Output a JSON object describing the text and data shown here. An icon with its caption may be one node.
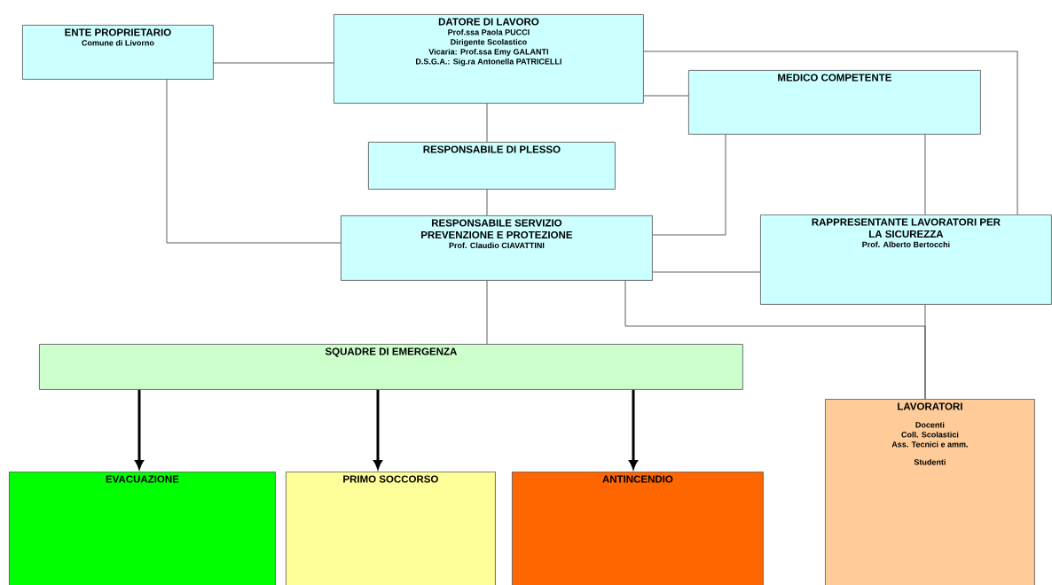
{
  "diagram": {
    "nodes": [
      {
        "text": [
          "ENTE PROPRIETARIO",
          "Comune di Livorno"
        ]
      },
      {
        "text": [
          "DATORE DI LAVORO",
          "Prof.ssa Paola PUCCI",
          "Dirigente Scolastico",
          "Vicaria: Prof.ssa Emy GALANTI",
          "D.S.G.A.: Sig.ra Antonella PATRICELLI"
        ]
      },
      {
        "text": [
          "MEDICO COMPETENTE"
        ]
      },
      {
        "text": [
          "RESPONSABILE DI PLESSO"
        ]
      },
      {
        "text": [
          "RESPONSABILE SERVIZIO PREVENZIONE E PROTEZIONE",
          "Prof.  Claudio CIAVATTINI"
        ]
      },
      {
        "text": [
          "RAPPRESENTANTE LAVORATORI PER LA SICUREZZA",
          "Prof. Alberto Bertocchi"
        ]
      },
      {
        "text": [
          "SQUADRE DI EMERGENZA"
        ]
      },
      {
        "text": [
          "EVACUAZIONE"
        ]
      },
      {
        "text": [
          "PRIMO SOCCORSO"
        ]
      },
      {
        "text": [
          "ANTINCENDIO"
        ]
      },
      {
        "text": [
          "LAVORATORI",
          "Docenti",
          "Coll. Scolastici",
          "Ass. Tecnici e amm.",
          "Studenti"
        ]
      }
    ],
    "edges": [
      {
        "from": 0,
        "to": 1,
        "arrow": "none"
      },
      {
        "from": 0,
        "to": 4,
        "arrow": "none"
      },
      {
        "from": 1,
        "to": 3,
        "arrow": "none"
      },
      {
        "from": 3,
        "to": 4,
        "arrow": "none"
      },
      {
        "from": 1,
        "to": 2,
        "arrow": "none"
      },
      {
        "from": 1,
        "to": 5,
        "arrow": "none"
      },
      {
        "from": 2,
        "to": 4,
        "arrow": "none"
      },
      {
        "from": 2,
        "to": 5,
        "arrow": "none"
      },
      {
        "from": 4,
        "to": 5,
        "arrow": "none"
      },
      {
        "from": 4,
        "to": 10,
        "arrow": "none"
      },
      {
        "from": 5,
        "to": 10,
        "arrow": "none"
      },
      {
        "from": 4,
        "to": 6,
        "arrow": "none"
      },
      {
        "from": 6,
        "to": 7,
        "arrow": "to",
        "style": "thick"
      },
      {
        "from": 6,
        "to": 8,
        "arrow": "to",
        "style": "thick"
      },
      {
        "from": 6,
        "to": 9,
        "arrow": "to",
        "style": "thick"
      }
    ]
  }
}
